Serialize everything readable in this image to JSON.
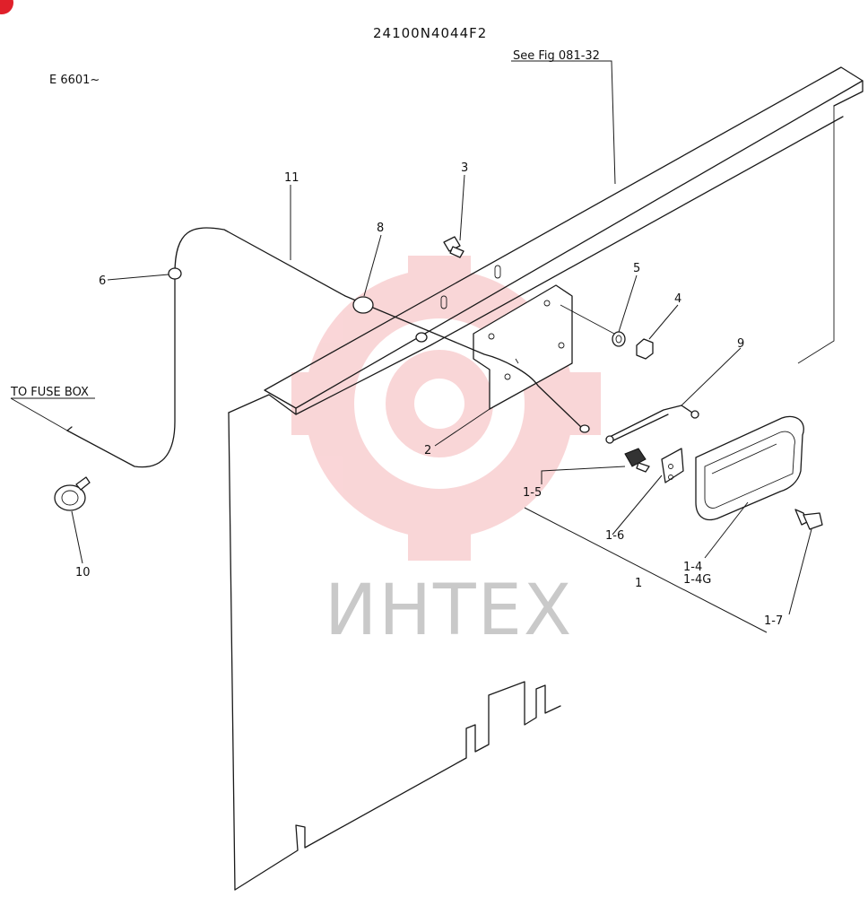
{
  "header": {
    "part_number": "24100N4044F2",
    "serial_range": "E 6601~",
    "see_fig": "See Fig 081-32",
    "to_fuse_box": "TO FUSE BOX"
  },
  "callouts": {
    "c1": "1",
    "c1_4": "1-4",
    "c1_4g": "1-4G",
    "c1_5": "1-5",
    "c1_6": "1-6",
    "c1_7": "1-7",
    "c2": "2",
    "c3": "3",
    "c4": "4",
    "c5": "5",
    "c6": "6",
    "c8": "8",
    "c9": "9",
    "c10": "10",
    "c11": "11"
  },
  "watermark": {
    "text": "ИНТЕХ",
    "gear_color": "#f5b5b8",
    "badge_color": "#e0202a"
  }
}
